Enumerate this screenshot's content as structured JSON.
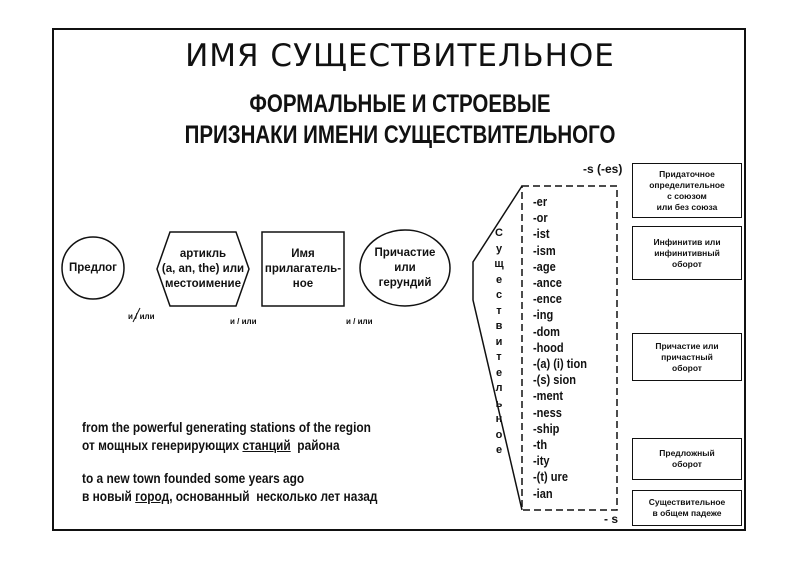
{
  "title": "ИМЯ СУЩЕСТВИТЕЛЬНОЕ",
  "subtitle_line1": "ФОРМАЛЬНЫЕ И СТРОЕВЫЕ",
  "subtitle_line2": "ПРИЗНАКИ ИМЕНИ СУЩЕСТВИТЕЛЬНОГО",
  "left_nodes": {
    "preposition": "Предлог",
    "article": "артикль\n(a, an, the) или\nместоимение",
    "adjective": "Имя\nприлагатель-\nное",
    "participle": "Причастие\nили\nгерундий"
  },
  "conjunction": "и / или",
  "vertical_label": "Существительное",
  "plural_top": "-s (-es)",
  "plural_bottom": "- s",
  "suffixes": [
    "-er",
    "-or",
    "-ist",
    "-ism",
    "-age",
    "-ance",
    "-ence",
    "-ing",
    "-dom",
    "-hood",
    "-(a) (i) tion",
    "-(s) sion",
    "-ment",
    "-ness",
    "-ship",
    "-th",
    "-ity",
    "-(t) ure",
    "-ian"
  ],
  "right_boxes": [
    "Придаточное\nопределительное\nс союзом\nили без союза",
    "Инфинитив или\nинфинитивный\nоборот",
    "Причастие или\nпричастный\nоборот",
    "Предложный\nоборот",
    "Существительное\nв общем падеже"
  ],
  "examples": {
    "en1": "from the powerful generating stations of the region",
    "ru1_a": "от мощных генерирующих ",
    "ru1_u": "станций",
    "ru1_b": "  района",
    "en2": "to a new town founded some years ago",
    "ru2_a": "в новый ",
    "ru2_u": "город",
    "ru2_b": ", основанный  несколько лет назад"
  }
}
